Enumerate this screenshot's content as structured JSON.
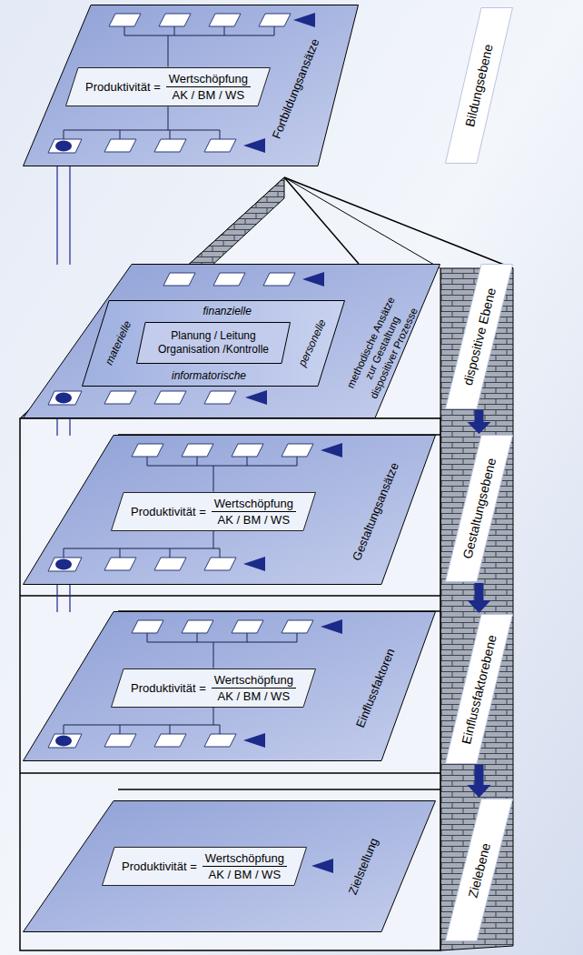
{
  "diagram": {
    "nodes": [
      {
        "text": [
          "Fortbildungsansätze"
        ]
      },
      {
        "text": [
          "Produktivität =",
          "Wertschöpfung",
          "AK / BM / WS"
        ],
        "in": 0
      },
      {
        "text": [
          "Bildungsebene"
        ]
      },
      {
        "text": [
          "methodische Ansätze zur Gestaltung dispositiver Prozesse"
        ]
      },
      {
        "text": [
          "finanzielle",
          "materielle",
          "personelle",
          "informatorische"
        ],
        "in": 3
      },
      {
        "text": [
          "Planung / Leitung Organisation /Kontrolle"
        ],
        "in": 4
      },
      {
        "text": [
          "dispositive Ebene"
        ]
      },
      {
        "text": [
          "Gestaltungsansätze"
        ]
      },
      {
        "text": [
          "Produktivität =",
          "Wertschöpfung",
          "AK / BM / WS"
        ],
        "in": 7
      },
      {
        "text": [
          "Gestaltungsebene"
        ]
      },
      {
        "text": [
          "Einflussfaktoren"
        ]
      },
      {
        "text": [
          "Produktivität =",
          "Wertschöpfung",
          "AK / BM / WS"
        ],
        "in": 10
      },
      {
        "text": [
          "Einflussfaktorebene"
        ]
      },
      {
        "text": [
          "Zielstellung"
        ]
      },
      {
        "text": [
          "Produktivität =",
          "Wertschöpfung",
          "AK / BM / WS"
        ],
        "in": 13
      },
      {
        "text": [
          "Zielebene"
        ]
      }
    ],
    "edges": [
      {
        "from": 0,
        "to": 3,
        "arrow": "none"
      },
      {
        "from": 3,
        "to": 7,
        "arrow": "none"
      },
      {
        "from": 7,
        "to": 10,
        "arrow": "none"
      },
      {
        "from": 6,
        "to": 9,
        "arrow": "to"
      },
      {
        "from": 9,
        "to": 12,
        "arrow": "to"
      },
      {
        "from": 12,
        "to": 15,
        "arrow": "to"
      }
    ]
  }
}
